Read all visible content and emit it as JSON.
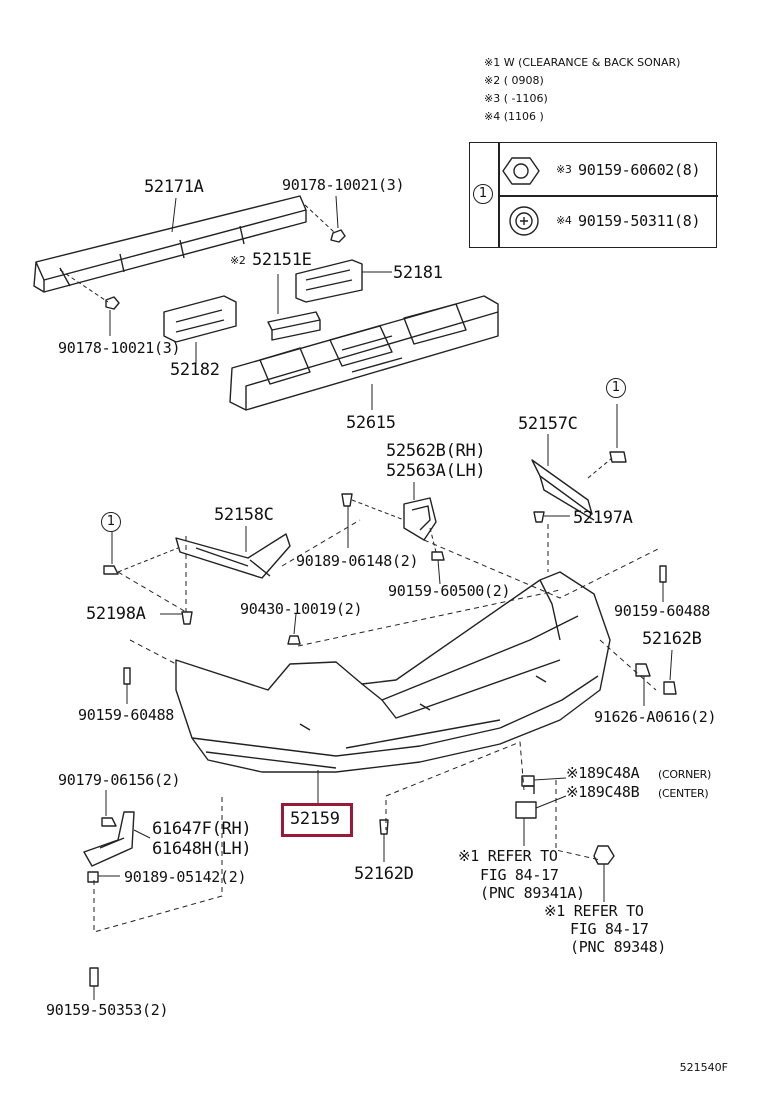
{
  "notes": [
    "※1 W (CLEARANCE & BACK SONAR)",
    "※2 (       0908)",
    "※3 (       -1106)",
    "※4 (1106         )"
  ],
  "legend": {
    "circle": "1",
    "row1": {
      "mark": "※3",
      "part": "90159-60602(8)"
    },
    "row2": {
      "mark": "※4",
      "part": "90159-50311(8)"
    }
  },
  "callouts": {
    "c_52171A": "52171A",
    "c_90178_top": "90178-10021(3)",
    "c_52151E": "52151E",
    "c_52151E_mark": "※2",
    "c_52181": "52181",
    "c_90178_left": "90178-10021(3)",
    "c_52182": "52182",
    "c_52615": "52615",
    "c_52562B": "52562B(RH)",
    "c_52563A": "52563A(LH)",
    "c_52157C": "52157C",
    "c_52158C": "52158C",
    "c_90189_06148": "90189-06148(2)",
    "c_52197A": "52197A",
    "c_90159_60500": "90159-60500(2)",
    "c_52198A": "52198A",
    "c_90430": "90430-10019(2)",
    "c_90159_60488_r": "90159-60488",
    "c_52162B": "52162B",
    "c_90159_60488_l": "90159-60488",
    "c_91626": "91626-A0616(2)",
    "c_90179": "90179-06156(2)",
    "c_89C48A": "※189C48A",
    "c_89C48A_sub": "(CORNER)",
    "c_89C48B": "※189C48B",
    "c_89C48B_sub": "(CENTER)",
    "c_52159": "52159",
    "c_61647F": "61647F(RH)",
    "c_61648H": "61648H(LH)",
    "c_90189_05142": "90189-05142(2)",
    "c_52162D": "52162D",
    "c_refer1_a": "※1 REFER TO",
    "c_refer1_b": "FIG 84-17",
    "c_refer1_c": "(PNC 89341A)",
    "c_refer2_a": "※1 REFER TO",
    "c_refer2_b": "FIG 84-17",
    "c_refer2_c": "(PNC 89348)",
    "c_90159_50353": "90159-50353(2)"
  },
  "circle_refs": [
    "1",
    "1"
  ],
  "highlight_color": "#9b1836",
  "drawing_code": "521540F"
}
